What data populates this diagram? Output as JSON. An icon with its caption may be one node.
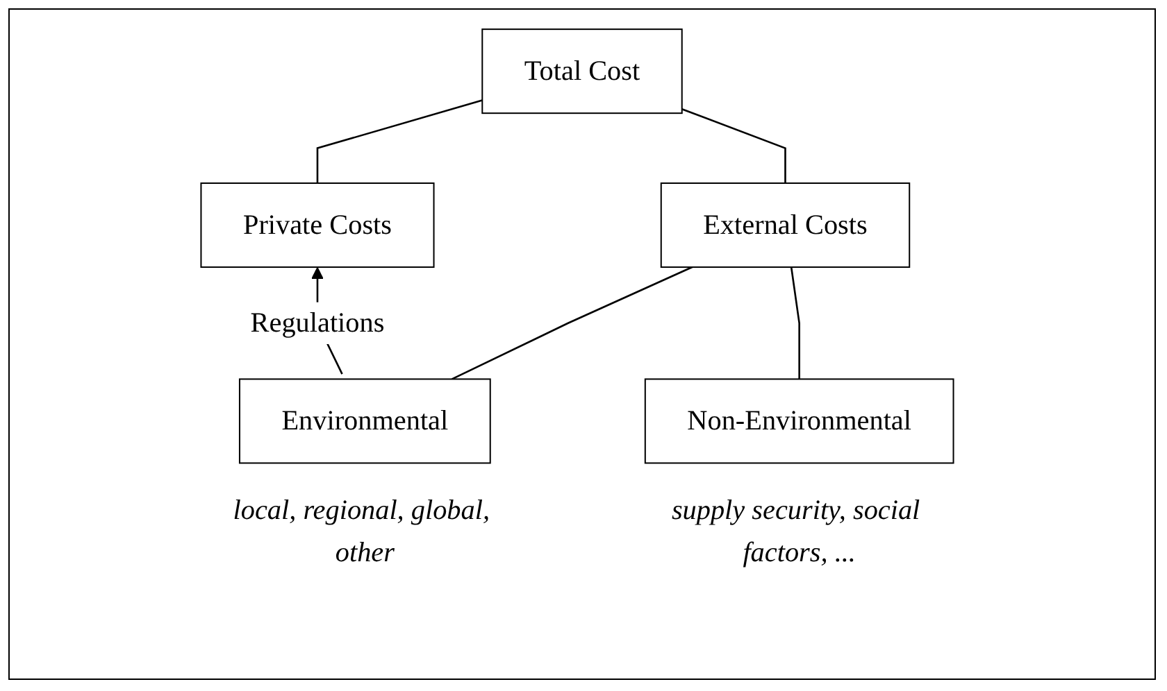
{
  "diagram": {
    "nodes": [
      {
        "text": [
          "Total Cost"
        ]
      },
      {
        "text": [
          "Private Costs"
        ]
      },
      {
        "text": [
          "External Costs"
        ]
      },
      {
        "text": [
          "Environmental"
        ],
        "beside": [
          "local, regional, global, other"
        ]
      },
      {
        "text": [
          "Non-Environmental"
        ],
        "beside": [
          "supply security, social factors, ..."
        ]
      }
    ],
    "edges": [
      {
        "from": 0,
        "to": 1,
        "arrow": "none"
      },
      {
        "from": 0,
        "to": 2,
        "arrow": "none"
      },
      {
        "from": 2,
        "to": 3,
        "arrow": "none"
      },
      {
        "from": 2,
        "to": 4,
        "arrow": "none"
      },
      {
        "from": 3,
        "to": 1,
        "arrow": "to",
        "label": "Regulations"
      }
    ]
  }
}
